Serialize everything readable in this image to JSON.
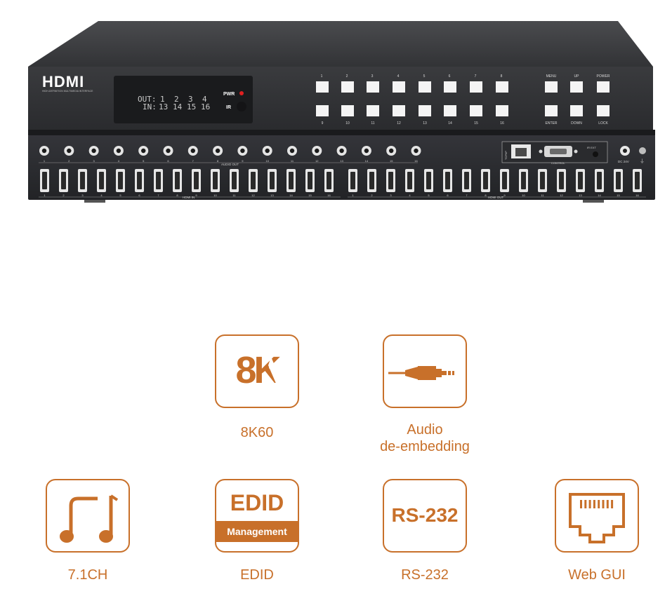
{
  "device": {
    "brand": "HDMI",
    "brand_tagline": "HIGH-DEFINITION MULTIMEDIA INTERFACE",
    "display": {
      "out_label": "OUT:",
      "out_values": [
        "1",
        "2",
        "3",
        "4"
      ],
      "in_label": "IN:",
      "in_values": [
        "13",
        "14",
        "15",
        "16"
      ]
    },
    "pwr_label": "PWR",
    "ir_label": "IR",
    "input_buttons_top": [
      "1",
      "2",
      "3",
      "4",
      "5",
      "6",
      "7",
      "8"
    ],
    "input_buttons_bottom": [
      "9",
      "10",
      "11",
      "12",
      "13",
      "14",
      "15",
      "16"
    ],
    "menu_buttons_top": [
      "MENU",
      "UP",
      "POWER"
    ],
    "menu_buttons_bottom": [
      "ENTER",
      "DOWN",
      "LOCK"
    ],
    "rear": {
      "audio_out_label": "AUDIO OUT",
      "hdmi_in_label": "HDMI IN",
      "hdmi_out_label": "HDMI OUT",
      "control_label": "CONTROL",
      "tcpip_label": "TCP/IP",
      "ir_ext_label": "IR EXT",
      "dc_label": "DC 24V",
      "port_numbers": [
        "1",
        "2",
        "3",
        "4",
        "5",
        "6",
        "7",
        "8",
        "9",
        "10",
        "11",
        "12",
        "13",
        "14",
        "15",
        "16"
      ]
    }
  },
  "features": [
    {
      "label": "8K60",
      "icon": "8k-icon",
      "badge": "8K"
    },
    {
      "label": "Audio\nde-embedding",
      "icon": "audio-jack-icon"
    },
    {
      "label": "7.1CH",
      "icon": "music-note-icon"
    },
    {
      "label": "EDID",
      "icon": "edid-icon",
      "badge_top": "EDID",
      "badge_bottom": "Management"
    },
    {
      "label": "RS-232",
      "icon": "rs232-icon",
      "badge": "RS-232"
    },
    {
      "label": "Web GUI",
      "icon": "ethernet-port-icon"
    }
  ],
  "colors": {
    "accent": "#c8702a",
    "panel": "#2f3033",
    "panel_dark": "#1c1d1f"
  }
}
